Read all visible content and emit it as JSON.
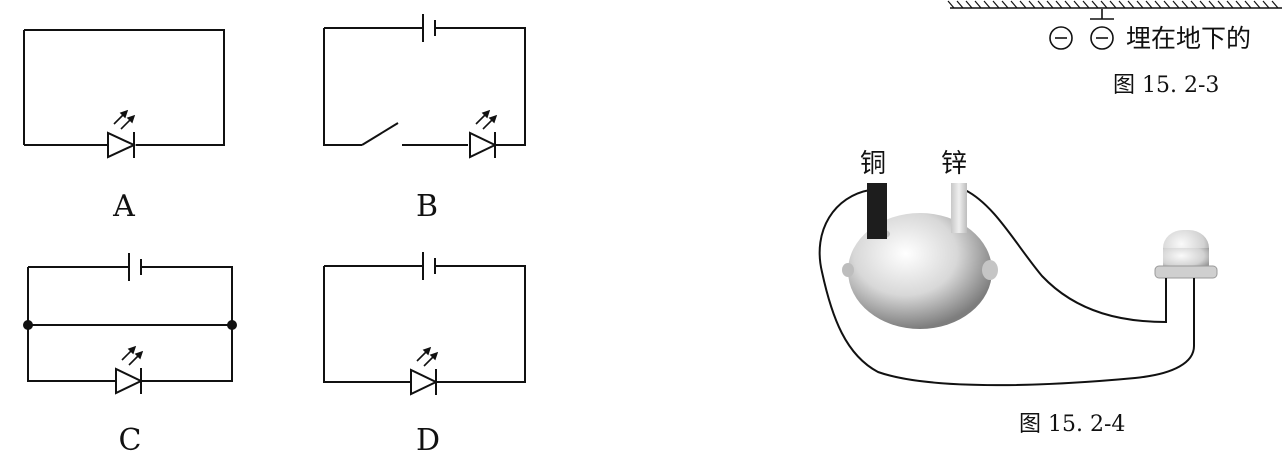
{
  "circuits": {
    "a": {
      "label": "A"
    },
    "b": {
      "label": "B"
    },
    "c": {
      "label": "C"
    },
    "d": {
      "label": "D"
    }
  },
  "fig_3": {
    "text": "埋在地下的",
    "caption": "图 15. 2-3"
  },
  "fig_4": {
    "copper_label": "铜",
    "zinc_label": "锌",
    "caption": "图 15. 2-4"
  }
}
